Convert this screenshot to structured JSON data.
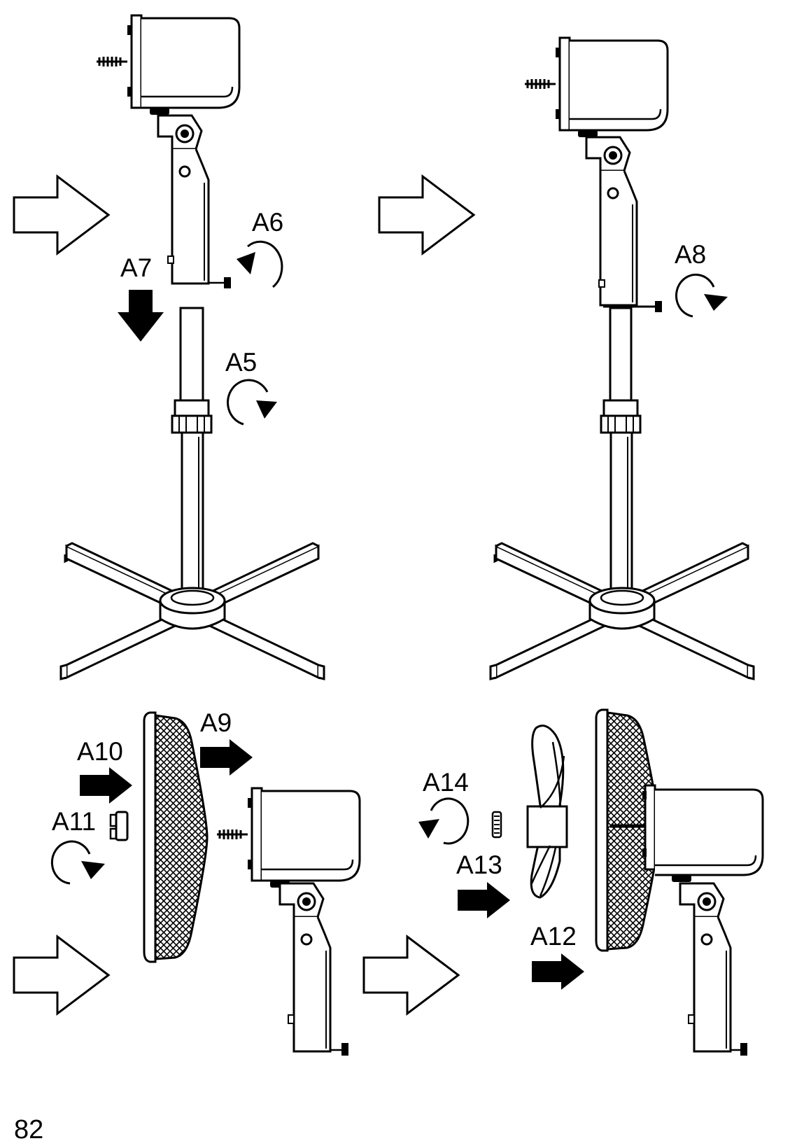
{
  "page_number": "82",
  "labels": {
    "a5": "A5",
    "a6": "A6",
    "a7": "A7",
    "a8": "A8",
    "a9": "A9",
    "a10": "A10",
    "a11": "A11",
    "a12": "A12",
    "a13": "A13",
    "a14": "A14"
  },
  "colors": {
    "ink": "#000000",
    "paper": "#ffffff"
  }
}
